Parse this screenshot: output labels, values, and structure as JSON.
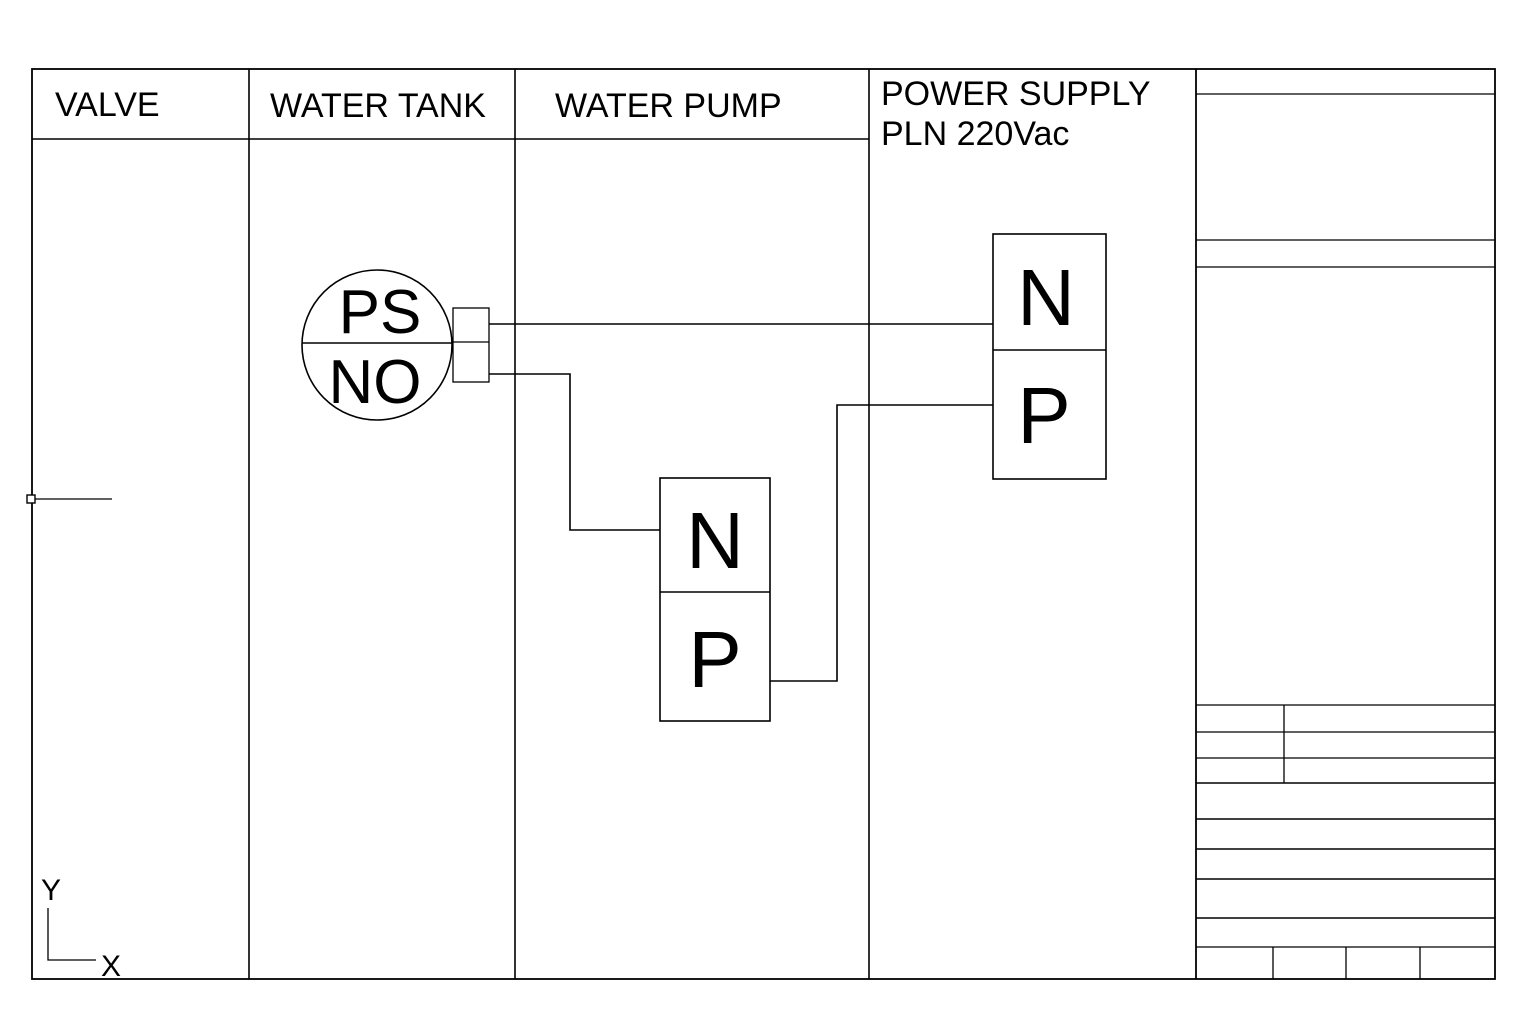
{
  "columns": [
    {
      "label": "VALVE"
    },
    {
      "label": "WATER TANK"
    },
    {
      "label": "WATER PUMP"
    },
    {
      "label": "POWER SUPPLY",
      "sublabel": "PLN 220Vac"
    }
  ],
  "pressure_switch": {
    "top": "PS",
    "bottom": "NO"
  },
  "pump_terminal": {
    "top": "N",
    "bottom": "P"
  },
  "power_terminal": {
    "top": "N",
    "bottom": "P"
  },
  "axis_icon": {
    "y": "Y",
    "x": "X"
  },
  "colors": {
    "line": "#000000",
    "background": "#ffffff"
  }
}
